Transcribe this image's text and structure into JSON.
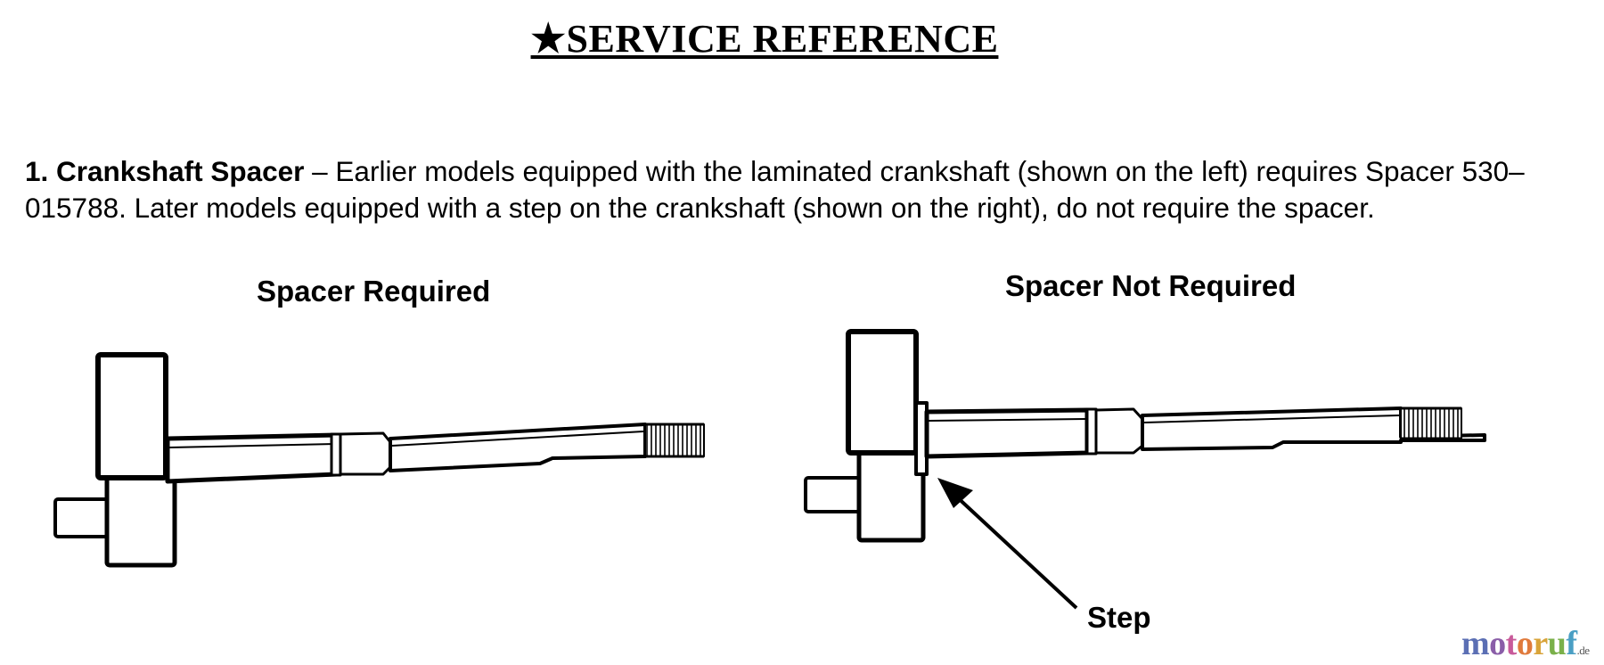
{
  "header": {
    "star": "★",
    "title": "SERVICE REFERENCE"
  },
  "item": {
    "heading": "1. Crankshaft Spacer",
    "dash": " – ",
    "body": "Earlier models equipped with the laminated crankshaft (shown on the left) requires Spacer 530–015788. Later models equipped with a step on the crankshaft (shown on the right), do not require the spacer."
  },
  "figures": {
    "left_caption": "Spacer Required",
    "right_caption": "Spacer Not Required",
    "step_label": "Step"
  },
  "watermark": {
    "text": "motoruf",
    "suffix": ".de",
    "colors": [
      "#5b6fb4",
      "#8a5ea8",
      "#c85a9a",
      "#e07a3c",
      "#d9a43a",
      "#7ab04a",
      "#4a9fc4"
    ]
  }
}
